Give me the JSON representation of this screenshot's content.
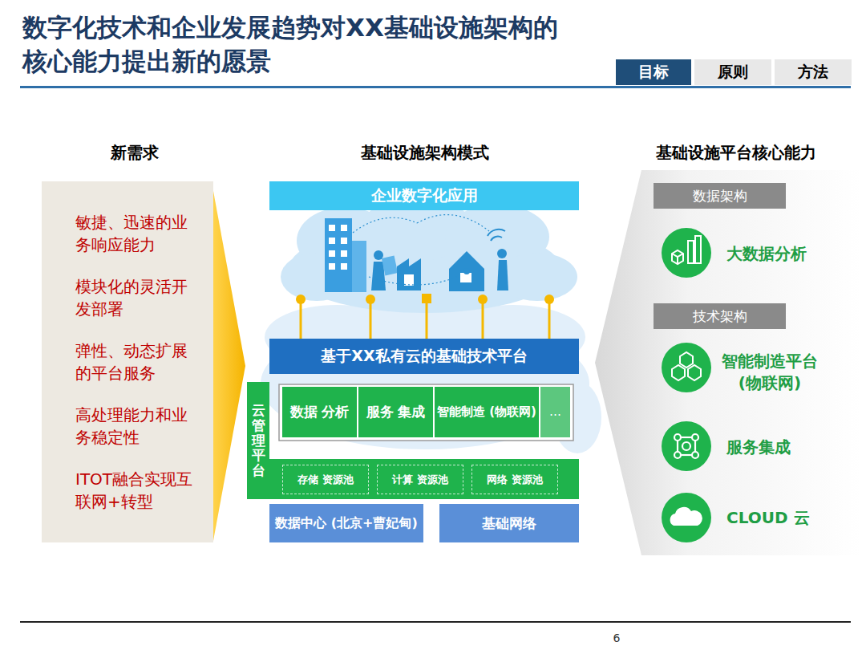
{
  "diagram": {
    "title": "数字化技术和企业发展趋势对XX基础设施架构的 核心能力提出新的愿景",
    "nodes": [
      {
        "text": [
          "目标"
        ]
      },
      {
        "text": [
          "原则"
        ]
      },
      {
        "text": [
          "方法"
        ]
      },
      {
        "text": [
          "敏捷、迅速的业 务响应能力",
          "模块化的灵活开 发部署",
          "弹性、动态扩展 的平台服务",
          "高处理能力和业 务稳定性",
          "ITOT融合实现互 联网+转型"
        ]
      },
      {
        "text": [
          "企业数字化应用"
        ]
      },
      {
        "text": [
          "基于XX私有云的基础技术平台"
        ]
      },
      {
        "text": [
          "云管理平台"
        ]
      },
      {
        "text": [
          "数据 分析"
        ]
      },
      {
        "text": [
          "服务 集成"
        ]
      },
      {
        "text": [
          "智能制造 (物联网)"
        ]
      },
      {
        "text": [
          "…"
        ]
      },
      {
        "text": [
          "存储 资源池"
        ]
      },
      {
        "text": [
          "计算 资源池"
        ]
      },
      {
        "text": [
          "网络 资源池"
        ]
      },
      {
        "text": [
          "数据中心 (北京+曹妃甸)"
        ]
      },
      {
        "text": [
          "基础网络"
        ]
      },
      {
        "text": [
          "数据架构"
        ]
      },
      {
        "text": [
          "技术架构"
        ]
      }
    ],
    "labels": [
      "新需求",
      "基础设施架构模式",
      "基础设施平台核心能力",
      "大数据分析",
      "智能制造平台 (物联网)",
      "服务集成",
      "CLOUD 云",
      "6"
    ]
  }
}
